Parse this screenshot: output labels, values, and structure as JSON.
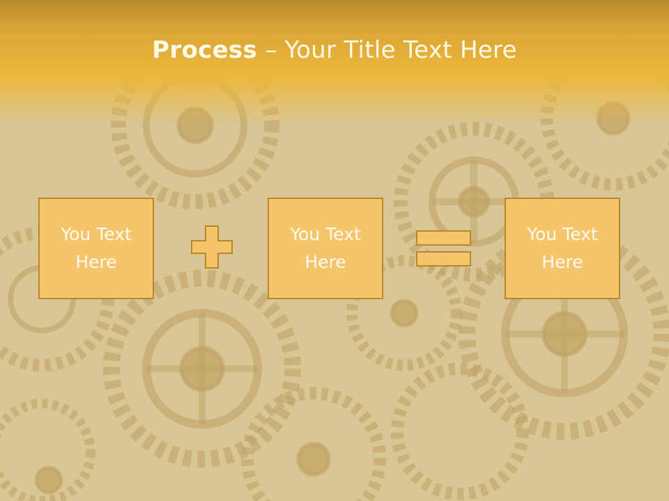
{
  "title": {
    "bold": "Process",
    "rest": " – Your Title Text Here"
  },
  "boxes": [
    {
      "text": "You Text\nHere"
    },
    {
      "text": "You Text\nHere"
    },
    {
      "text": "You Text\nHere"
    }
  ],
  "operators": [
    "plus-icon",
    "equals-icon"
  ],
  "colors": {
    "accent": "#edb83a",
    "box_fill": "#f4c56b",
    "box_border": "#b8862b",
    "title_text": "#fff8e6"
  }
}
